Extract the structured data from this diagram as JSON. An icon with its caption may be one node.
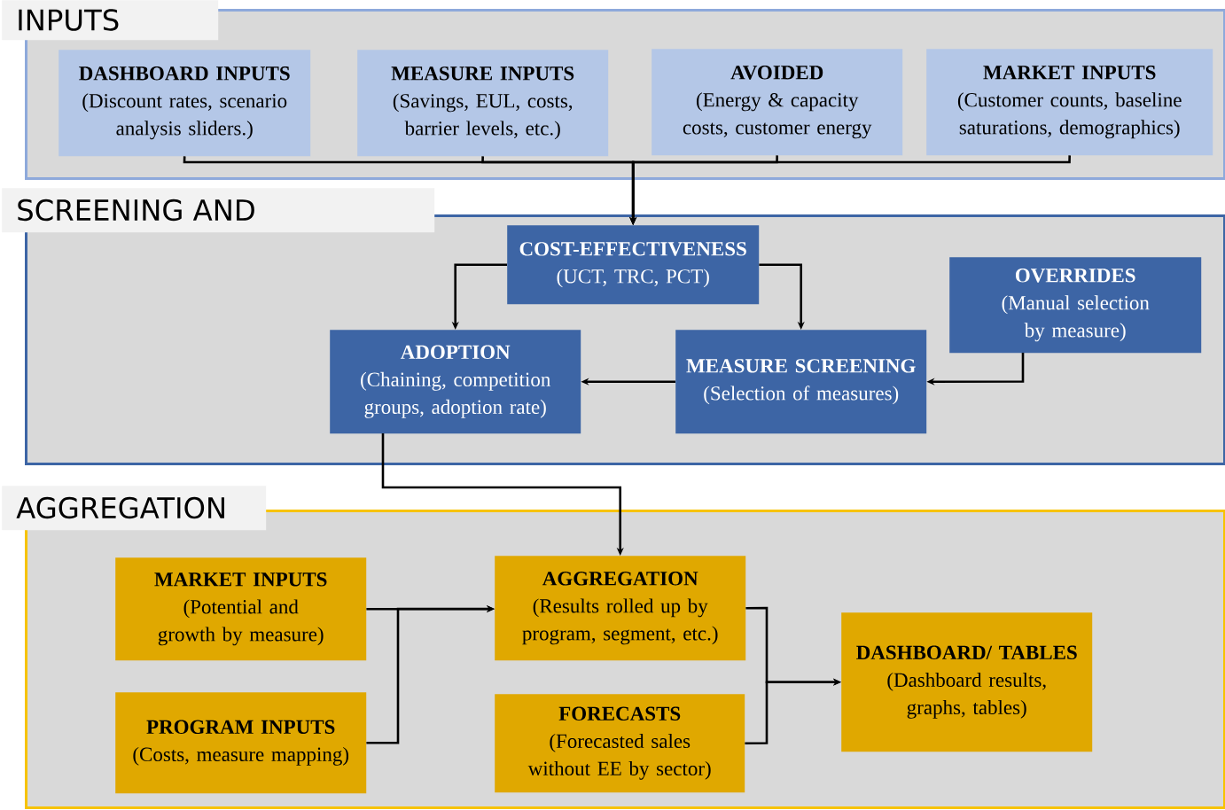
{
  "diagram": {
    "nodes": [
      {
        "text": [
          "INPUTS"
        ]
      },
      {
        "text": [
          "DASHBOARD INPUTS",
          "(Discount rates, scenario analysis sliders.)"
        ],
        "in": 0
      },
      {
        "text": [
          "MEASURE INPUTS",
          "(Savings, EUL, costs, barrier levels, etc.)"
        ],
        "in": 0
      },
      {
        "text": [
          "AVOIDED",
          "(Energy & capacity costs, customer energy"
        ],
        "in": 0
      },
      {
        "text": [
          "MARKET INPUTS",
          "(Customer counts, baseline saturations, demographics)"
        ],
        "in": 0
      },
      {
        "text": [
          "SCREENING AND"
        ]
      },
      {
        "text": [
          "COST-EFFECTIVENESS",
          "(UCT, TRC, PCT)"
        ],
        "in": 5
      },
      {
        "text": [
          "OVERRIDES",
          "(Manual selection by measure)"
        ],
        "in": 5
      },
      {
        "text": [
          "ADOPTION",
          "(Chaining, competition groups, adoption rate)"
        ],
        "in": 5
      },
      {
        "text": [
          "MEASURE SCREENING",
          "(Selection of measures)"
        ],
        "in": 5
      },
      {
        "text": [
          "AGGREGATION"
        ]
      },
      {
        "text": [
          "MARKET INPUTS",
          "(Potential and growth by measure)"
        ],
        "in": 10
      },
      {
        "text": [
          "AGGREGATION",
          "(Results rolled up by program, segment, etc.)"
        ],
        "in": 10
      },
      {
        "text": [
          "PROGRAM INPUTS",
          "(Costs, measure mapping)"
        ],
        "in": 10
      },
      {
        "text": [
          "FORECASTS",
          "(Forecasted sales without EE by sector)"
        ],
        "in": 10
      },
      {
        "text": [
          "DASHBOARD/ TABLES",
          "(Dashboard results, graphs, tables)"
        ],
        "in": 10
      }
    ],
    "edges": [
      {
        "from": 1,
        "to": 6,
        "arrow": "to"
      },
      {
        "from": 2,
        "to": 6,
        "arrow": "to"
      },
      {
        "from": 3,
        "to": 6,
        "arrow": "to"
      },
      {
        "from": 4,
        "to": 6,
        "arrow": "to"
      },
      {
        "from": 6,
        "to": 8,
        "arrow": "to"
      },
      {
        "from": 6,
        "to": 9,
        "arrow": "to"
      },
      {
        "from": 7,
        "to": 9,
        "arrow": "to"
      },
      {
        "from": 9,
        "to": 8,
        "arrow": "to"
      },
      {
        "from": 8,
        "to": 12,
        "arrow": "to"
      },
      {
        "from": 11,
        "to": 12,
        "arrow": "to"
      },
      {
        "from": 13,
        "to": 12,
        "arrow": "to"
      },
      {
        "from": 12,
        "to": 15,
        "arrow": "to"
      },
      {
        "from": 14,
        "to": 15,
        "arrow": "to"
      }
    ]
  }
}
